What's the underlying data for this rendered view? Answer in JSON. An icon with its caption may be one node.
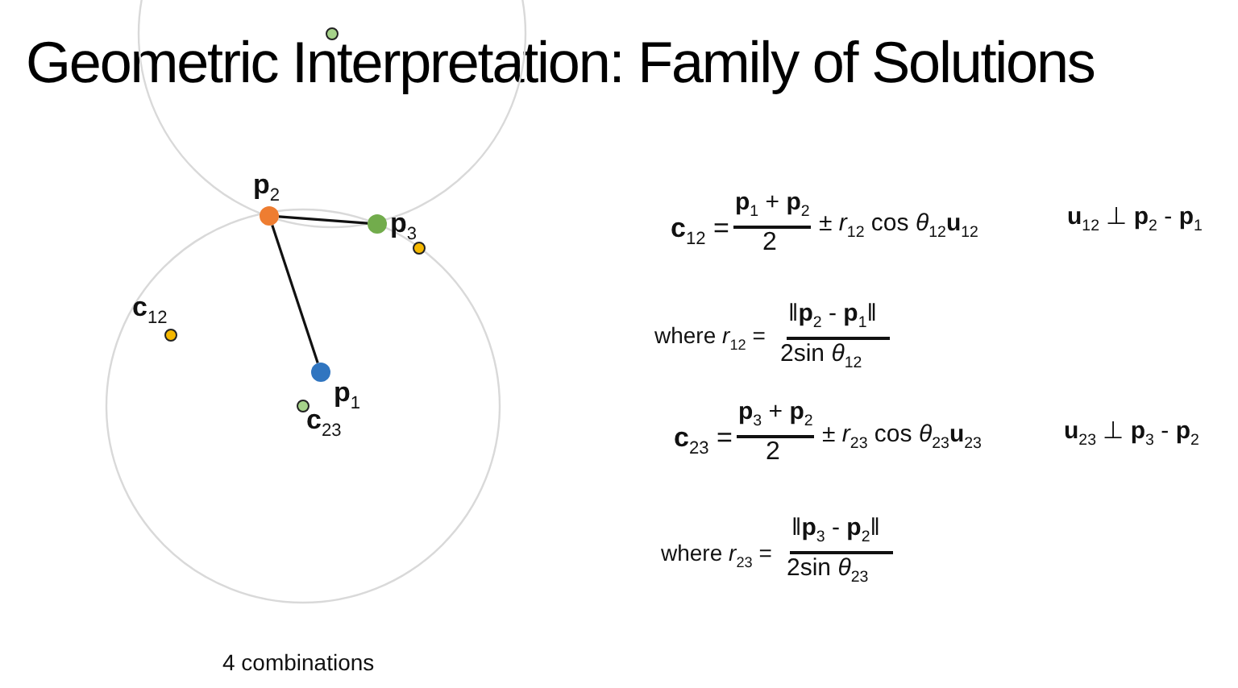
{
  "diagram": {
    "title": "Geometric Interpretation: Family of Solutions",
    "nodes": [
      {
        "text": [],
        "shape": "circle"
      },
      {
        "text": [
          "**p**$_{2}$"
        ]
      },
      {
        "text": [
          "**p**$_{3}$"
        ]
      },
      {
        "text": [],
        "shape": "circle"
      },
      {
        "text": [
          "**c**$_{12}$"
        ]
      },
      {
        "text": [
          "**p**$_{1}$"
        ]
      },
      {
        "text": [
          "**c**$_{23}$"
        ]
      }
    ],
    "edges": [
      {
        "from": 1,
        "to": 2,
        "arrow": "none"
      },
      {
        "from": 1,
        "to": 5,
        "arrow": "none"
      }
    ],
    "labels": [
      "**c**$_{12}$ =",
      "**p**$_{1}$ + **p**$_{2}$",
      "2",
      "± *r*$_{12}$ cos *θ*$_{12}$**u**$_{12}$",
      "**u**$_{12}$ ⊥ **p**$_{2}$ - **p**$_{1}$",
      "where *r*$_{12}$ =",
      "‖**p**$_{2}$ - **p**$_{1}$‖",
      "2sin *θ*$_{12}$",
      "**c**$_{23}$ =",
      "**p**$_{3}$ + **p**$_{2}$",
      "2",
      "± *r*$_{23}$ cos *θ*$_{23}$**u**$_{23}$",
      "**u**$_{23}$ ⊥ **p**$_{3}$ - **p**$_{2}$",
      "where *r*$_{23}$ =",
      "‖**p**$_{3}$ - **p**$_{2}$‖",
      "2sin *θ*$_{23}$",
      "4 combinations"
    ]
  }
}
